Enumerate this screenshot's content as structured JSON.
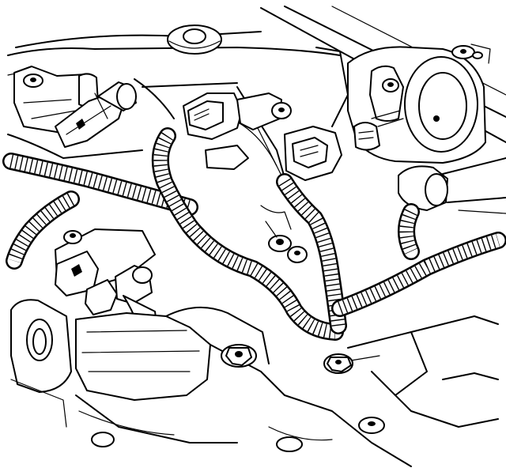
{
  "figure": {
    "kind": "engine component line illustration",
    "components": [
      "throttle-body",
      "map-sensor",
      "ignition-coil",
      "wiring-harness-loom",
      "electrical-connector",
      "sensor-connector",
      "mounting-bolts",
      "engine-cover",
      "mounting-bracket"
    ],
    "colors": {
      "ink": "#000000",
      "paper": "#ffffff"
    }
  }
}
